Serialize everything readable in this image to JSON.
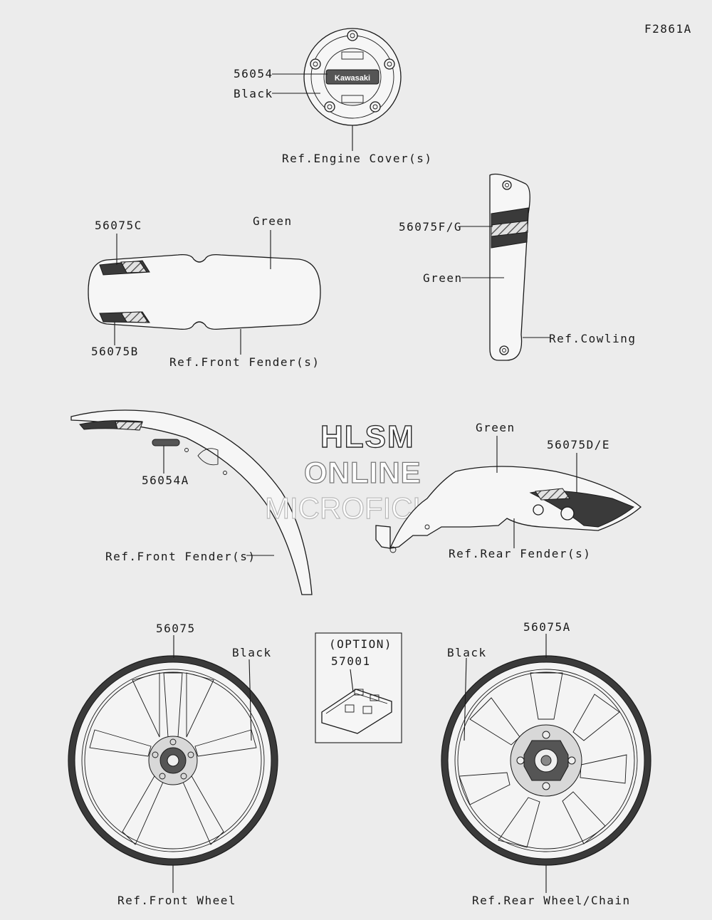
{
  "figure_code": "F2861A",
  "watermark": {
    "line1": "HLSM",
    "line2": "ONLINE",
    "line3": "MICROFICHE"
  },
  "engine_cover": {
    "part": "56054",
    "color": "Black",
    "ref": "Ref.Engine Cover(s)",
    "logo": "Kawasaki"
  },
  "front_fender_side": {
    "part_top": "56075C",
    "part_bottom": "56075B",
    "color": "Green",
    "ref": "Ref.Front Fender(s)"
  },
  "cowling": {
    "part": "56075F/G",
    "color": "Green",
    "ref": "Ref.Cowling"
  },
  "front_fender": {
    "part": "56054A",
    "ref": "Ref.Front Fender(s)"
  },
  "rear_fender": {
    "part": "56075D/E",
    "color": "Green",
    "ref": "Ref.Rear Fender(s)"
  },
  "front_wheel": {
    "part": "56075",
    "color": "Black",
    "ref": "Ref.Front Wheel"
  },
  "option": {
    "heading": "(OPTION)",
    "part": "57001"
  },
  "rear_wheel": {
    "part": "56075A",
    "color": "Black",
    "ref": "Ref.Rear Wheel/Chain"
  }
}
